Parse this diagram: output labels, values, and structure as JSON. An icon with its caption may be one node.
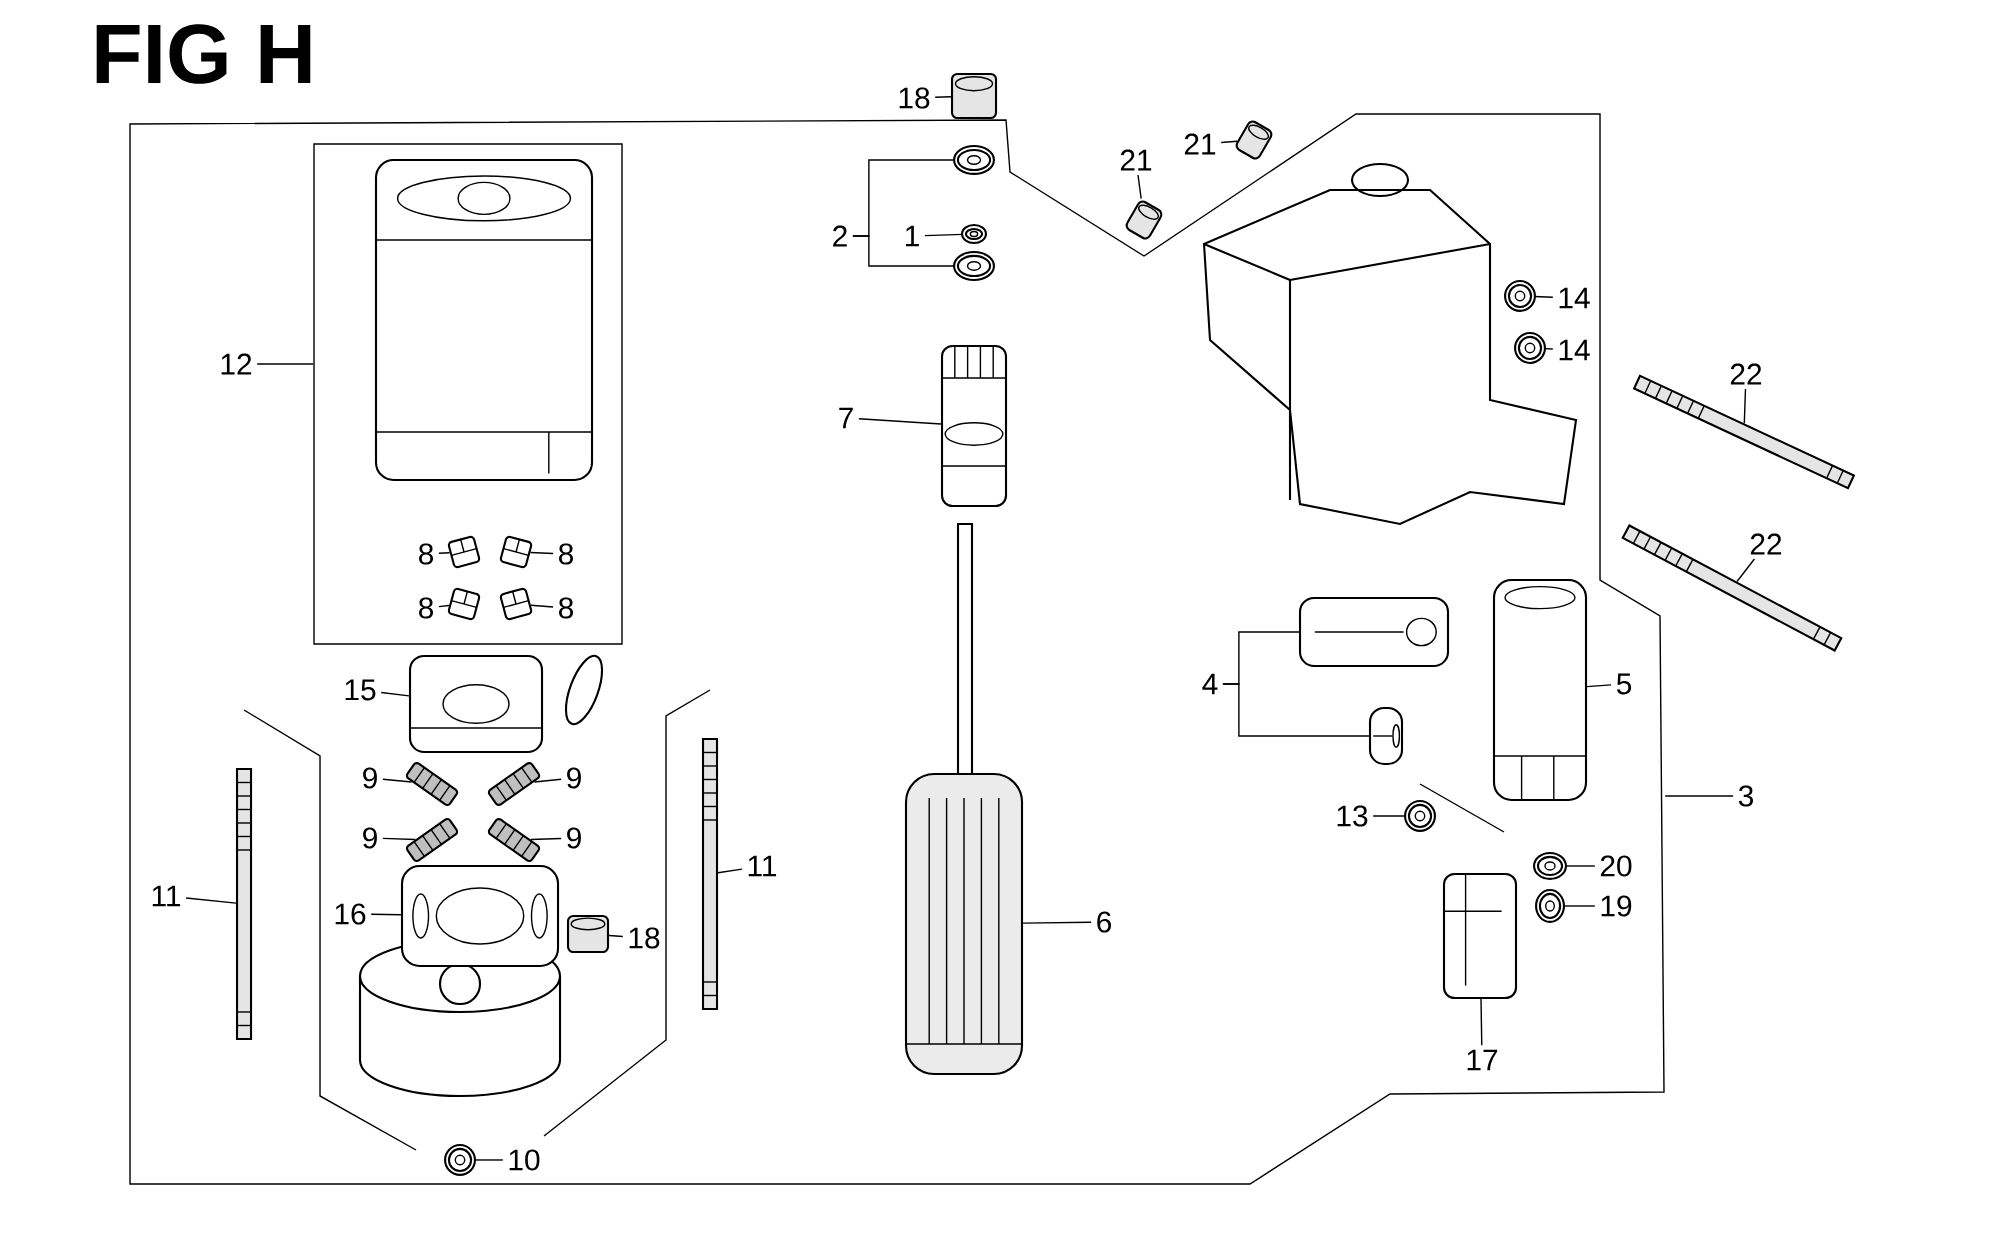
{
  "diagram": {
    "title": "FIG H",
    "nodes": [
      {
        "text": [],
        "shape": "box"
      },
      {
        "text": [
          "12"
        ]
      },
      {
        "text": [],
        "shape": "picture",
        "in": 0
      },
      {
        "text": [
          "8"
        ],
        "in": 0
      },
      {
        "text": [],
        "shape": "picture",
        "in": 0
      },
      {
        "text": [
          "8"
        ],
        "in": 0
      },
      {
        "text": [],
        "shape": "picture",
        "in": 0
      },
      {
        "text": [
          "8"
        ],
        "in": 0
      },
      {
        "text": [],
        "shape": "picture",
        "in": 0
      },
      {
        "text": [
          "8"
        ],
        "in": 0
      },
      {
        "text": [],
        "shape": "picture",
        "in": 0
      },
      {
        "text": [
          "15"
        ]
      },
      {
        "text": [],
        "shape": "picture"
      },
      {
        "text": [
          "9"
        ]
      },
      {
        "text": [],
        "shape": "picture"
      },
      {
        "text": [
          "9"
        ]
      },
      {
        "text": [],
        "shape": "picture"
      },
      {
        "text": [
          "9"
        ]
      },
      {
        "text": [],
        "shape": "picture"
      },
      {
        "text": [
          "9"
        ]
      },
      {
        "text": [],
        "shape": "picture"
      },
      {
        "text": [
          "11"
        ]
      },
      {
        "text": [],
        "shape": "picture"
      },
      {
        "text": [
          "16"
        ]
      },
      {
        "text": [],
        "shape": "picture"
      },
      {
        "text": [
          "18"
        ]
      },
      {
        "text": [],
        "shape": "picture"
      },
      {
        "text": [
          "11"
        ]
      },
      {
        "text": [],
        "shape": "picture"
      },
      {
        "text": [
          "10"
        ]
      },
      {
        "text": [],
        "shape": "picture"
      },
      {
        "text": [
          "18"
        ]
      },
      {
        "text": [],
        "shape": "picture"
      },
      {
        "text": [
          "2"
        ]
      },
      {
        "text": [],
        "shape": "picture"
      },
      {
        "text": [
          "1"
        ]
      },
      {
        "text": [],
        "shape": "picture"
      },
      {
        "text": [],
        "shape": "picture"
      },
      {
        "text": [
          "7"
        ]
      },
      {
        "text": [],
        "shape": "picture"
      },
      {
        "text": [
          "6"
        ]
      },
      {
        "text": [],
        "shape": "picture"
      },
      {
        "text": [
          "21"
        ]
      },
      {
        "text": [],
        "shape": "picture"
      },
      {
        "text": [
          "21"
        ]
      },
      {
        "text": [],
        "shape": "picture"
      },
      {
        "text": [
          "14"
        ]
      },
      {
        "text": [],
        "shape": "picture"
      },
      {
        "text": [
          "14"
        ]
      },
      {
        "text": [],
        "shape": "picture"
      },
      {
        "text": [
          "22"
        ]
      },
      {
        "text": [],
        "shape": "picture"
      },
      {
        "text": [
          "22"
        ]
      },
      {
        "text": [],
        "shape": "picture"
      },
      {
        "text": [
          "4"
        ]
      },
      {
        "text": [],
        "shape": "picture"
      },
      {
        "text": [],
        "shape": "picture"
      },
      {
        "text": [
          "5"
        ]
      },
      {
        "text": [],
        "shape": "picture"
      },
      {
        "text": [
          "3"
        ]
      },
      {
        "text": [
          "13"
        ]
      },
      {
        "text": [],
        "shape": "picture"
      },
      {
        "text": [
          "20"
        ]
      },
      {
        "text": [],
        "shape": "picture"
      },
      {
        "text": [
          "19"
        ]
      },
      {
        "text": [],
        "shape": "picture"
      },
      {
        "text": [
          "17"
        ]
      },
      {
        "text": [],
        "shape": "picture"
      }
    ],
    "edges": [
      {
        "from": 1,
        "to": 0,
        "arrow": "none"
      },
      {
        "from": 3,
        "to": 4,
        "arrow": "none"
      },
      {
        "from": 5,
        "to": 6,
        "arrow": "none"
      },
      {
        "from": 7,
        "to": 8,
        "arrow": "none"
      },
      {
        "from": 9,
        "to": 10,
        "arrow": "none"
      },
      {
        "from": 11,
        "to": 12,
        "arrow": "none"
      },
      {
        "from": 13,
        "to": 14,
        "arrow": "none"
      },
      {
        "from": 15,
        "to": 16,
        "arrow": "none"
      },
      {
        "from": 17,
        "to": 18,
        "arrow": "none"
      },
      {
        "from": 19,
        "to": 20,
        "arrow": "none"
      },
      {
        "from": 21,
        "to": 22,
        "arrow": "none"
      },
      {
        "from": 23,
        "to": 24,
        "arrow": "none"
      },
      {
        "from": 25,
        "to": 26,
        "arrow": "none"
      },
      {
        "from": 27,
        "to": 28,
        "arrow": "none"
      },
      {
        "from": 29,
        "to": 30,
        "arrow": "none"
      },
      {
        "from": 31,
        "to": 32,
        "arrow": "none"
      },
      {
        "from": 33,
        "to": 34,
        "arrow": "none"
      },
      {
        "from": 33,
        "to": 37,
        "arrow": "none"
      },
      {
        "from": 35,
        "to": 36,
        "arrow": "none"
      },
      {
        "from": 38,
        "to": 39,
        "arrow": "none"
      },
      {
        "from": 40,
        "to": 41,
        "arrow": "none"
      },
      {
        "from": 42,
        "to": 43,
        "arrow": "none"
      },
      {
        "from": 44,
        "to": 45,
        "arrow": "none"
      },
      {
        "from": 46,
        "to": 47,
        "arrow": "none"
      },
      {
        "from": 48,
        "to": 49,
        "arrow": "none"
      },
      {
        "from": 50,
        "to": 51,
        "arrow": "none"
      },
      {
        "from": 52,
        "to": 53,
        "arrow": "none"
      },
      {
        "from": 54,
        "to": 55,
        "arrow": "none"
      },
      {
        "from": 54,
        "to": 56,
        "arrow": "none"
      },
      {
        "from": 57,
        "to": 58,
        "arrow": "none"
      },
      {
        "from": 59,
        "to": null,
        "arrow": "none"
      },
      {
        "from": 60,
        "to": 61,
        "arrow": "none"
      },
      {
        "from": 62,
        "to": 63,
        "arrow": "none"
      },
      {
        "from": 64,
        "to": 65,
        "arrow": "none"
      },
      {
        "from": 66,
        "to": 67,
        "arrow": "none"
      }
    ]
  }
}
